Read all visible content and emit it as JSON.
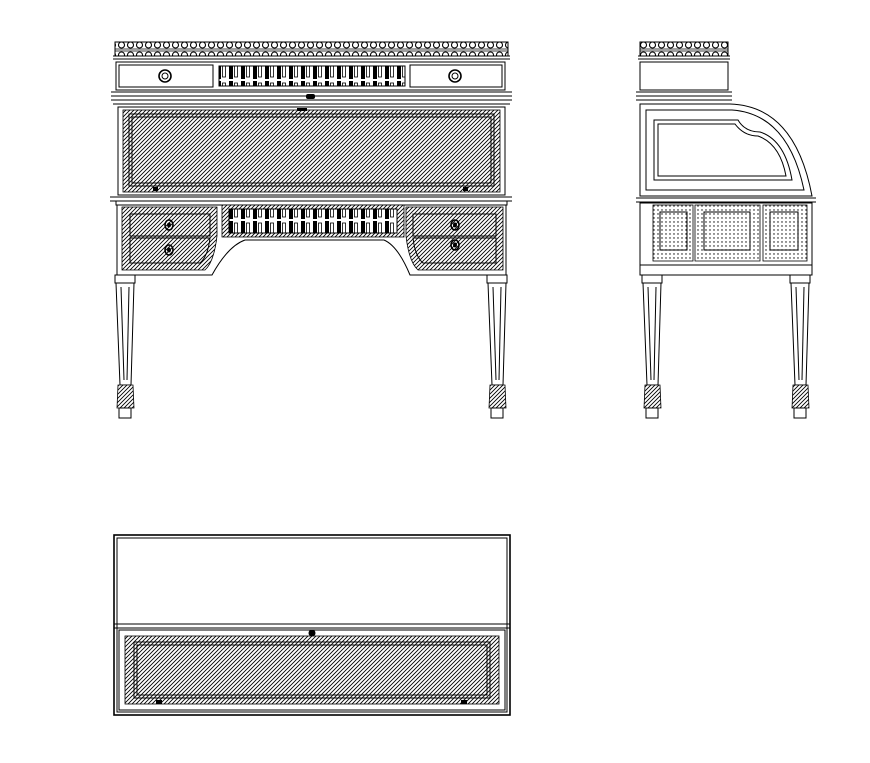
{
  "drawing": {
    "views": [
      {
        "id": "front-elevation",
        "label": ""
      },
      {
        "id": "side-elevation",
        "label": ""
      },
      {
        "id": "plan-view",
        "label": ""
      }
    ],
    "line_color": "#000000",
    "background_color": "#ffffff"
  }
}
